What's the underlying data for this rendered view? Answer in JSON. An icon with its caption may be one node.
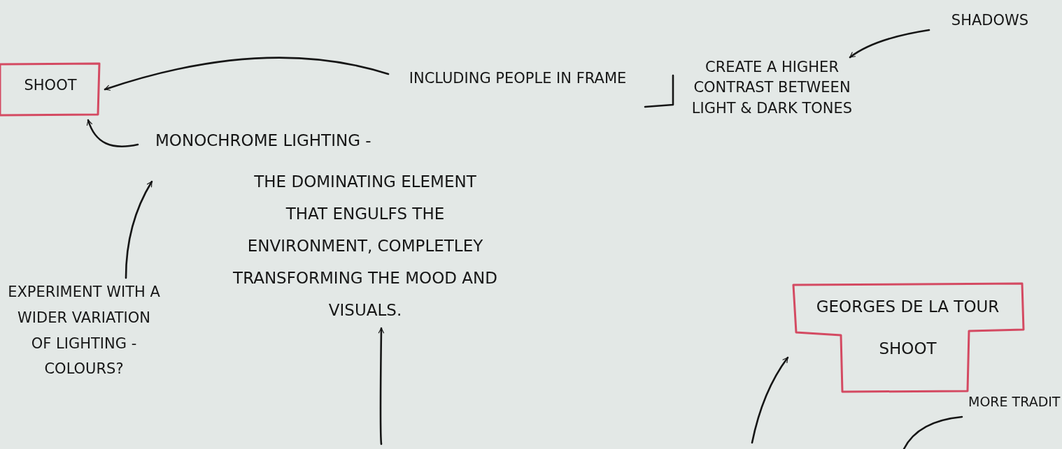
{
  "diagram": {
    "nodes": [
      {
        "text": [
          "SHOOT"
        ]
      },
      {
        "text": [
          "INCLUDING PEOPLE IN FRAME"
        ]
      },
      {
        "text": [
          "CREATE A HIGHER CONTRAST BETWEEN LIGHT & DARK TONES"
        ]
      },
      {
        "text": [
          "SHADOWS"
        ]
      },
      {
        "text": [
          "MONOCHROME LIGHTING -",
          "THE DOMINATING ELEMENT THAT ENGULFS THE ENVIRONMENT, COMPLETLEY TRANSFORMING THE MOOD AND VISUALS."
        ]
      },
      {
        "text": [
          "EXPERIMENT WITH A WIDER VARIATION OF LIGHTING - COLOURS?"
        ]
      },
      {
        "text": [
          "GEORGES DE LA TOUR SHOOT"
        ]
      },
      {
        "text": [
          "MORE TRADIT"
        ]
      }
    ],
    "edges": [
      {
        "from": 1,
        "to": 0,
        "arrow": "to"
      },
      {
        "from": 4,
        "to": 0,
        "arrow": "to"
      },
      {
        "from": 5,
        "to": 4,
        "arrow": "to"
      },
      {
        "from": 1,
        "to": 2,
        "arrow": "none"
      },
      {
        "from": 3,
        "to": 2,
        "arrow": "to"
      },
      {
        "from": null,
        "to": 4,
        "arrow": "to"
      },
      {
        "from": null,
        "to": 6,
        "arrow": "to"
      },
      {
        "from": 7,
        "to": null,
        "arrow": "none"
      }
    ]
  }
}
